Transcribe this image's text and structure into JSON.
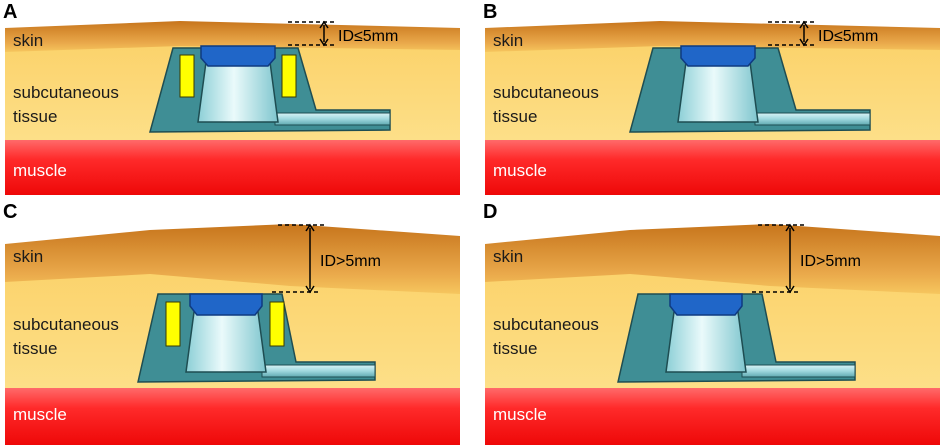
{
  "panels": [
    {
      "id": "A",
      "label": "A",
      "skin": "skin",
      "subcutaneous_line1": "subcutaneous",
      "subcutaneous_line2": "tissue",
      "muscle": "muscle",
      "measurement": "ID≤5mm",
      "depth": "shallow",
      "magnets": true
    },
    {
      "id": "B",
      "label": "B",
      "skin": "skin",
      "subcutaneous_line1": "subcutaneous",
      "subcutaneous_line2": "tissue",
      "muscle": "muscle",
      "measurement": "ID≤5mm",
      "depth": "shallow",
      "magnets": false
    },
    {
      "id": "C",
      "label": "C",
      "skin": "skin",
      "subcutaneous_line1": "subcutaneous",
      "subcutaneous_line2": "tissue",
      "muscle": "muscle",
      "measurement": "ID>5mm",
      "depth": "deep",
      "magnets": true
    },
    {
      "id": "D",
      "label": "D",
      "skin": "skin",
      "subcutaneous_line1": "subcutaneous",
      "subcutaneous_line2": "tissue",
      "muscle": "muscle",
      "measurement": "ID>5mm",
      "depth": "deep",
      "magnets": false
    }
  ],
  "colors": {
    "skin_top": "#c7751c",
    "skin_mid": "#e9a84a",
    "subcutaneous": "#fbdc78",
    "muscle_top": "#ff5a5a",
    "muscle_bottom": "#f20d0d",
    "port_body": "#3f8e95",
    "port_outline": "#1e4d52",
    "septum": "#2066c8",
    "reservoir": "#cfeef0",
    "magnet": "#ffff00"
  }
}
